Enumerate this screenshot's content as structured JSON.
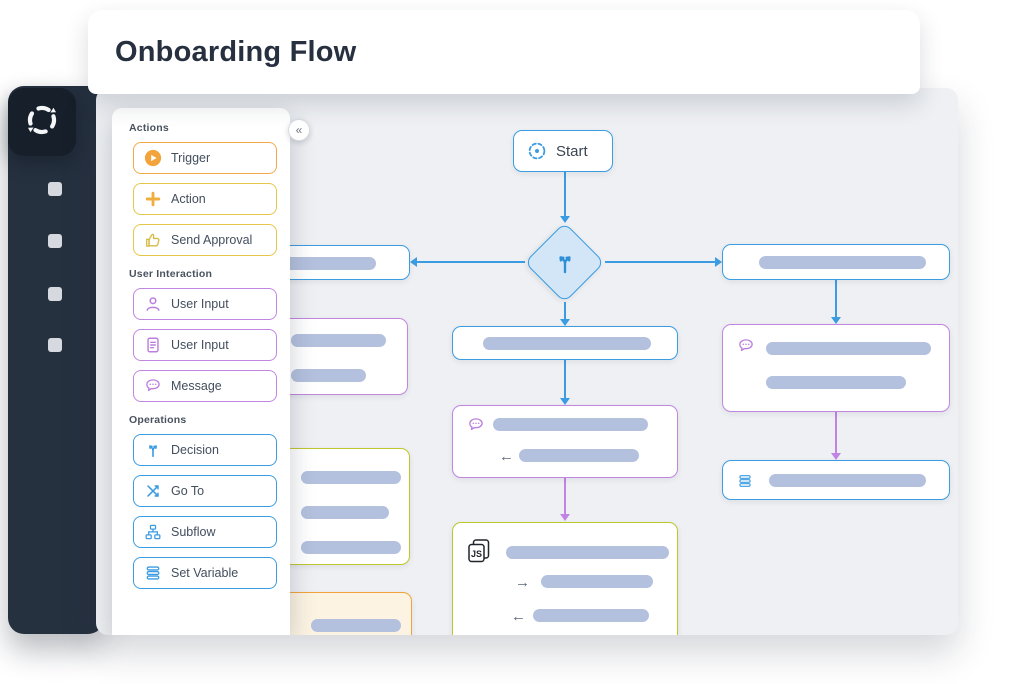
{
  "window": {
    "title": "Onboarding Flow"
  },
  "rail": {
    "logo_icon": "sync-arrows-icon",
    "items": [
      {
        "icon": "menu-square-icon"
      },
      {
        "icon": "menu-square-icon"
      },
      {
        "icon": "menu-square-icon"
      },
      {
        "icon": "menu-square-icon"
      }
    ]
  },
  "palette": {
    "collapse_glyph": "«",
    "sections": [
      {
        "label": "Actions",
        "items": [
          {
            "label": "Trigger",
            "icon": "play-circle-icon",
            "accent": "#F2A94A"
          },
          {
            "label": "Action",
            "icon": "plus-icon",
            "accent": "#E4C74A"
          },
          {
            "label": "Send Approval",
            "icon": "thumbs-up-icon",
            "accent": "#E4C74A"
          }
        ]
      },
      {
        "label": "User Interaction",
        "items": [
          {
            "label": "User Input",
            "icon": "user-icon",
            "accent": "#C186E0"
          },
          {
            "label": "User Input",
            "icon": "form-icon",
            "accent": "#C186E0"
          },
          {
            "label": "Message",
            "icon": "chat-bubble-icon",
            "accent": "#C186E0"
          }
        ]
      },
      {
        "label": "Operations",
        "items": [
          {
            "label": "Decision",
            "icon": "branch-icon",
            "accent": "#3B9CE2"
          },
          {
            "label": "Go To",
            "icon": "crossing-arrows-icon",
            "accent": "#3B9CE2"
          },
          {
            "label": "Subflow",
            "icon": "subflow-icon",
            "accent": "#3B9CE2"
          },
          {
            "label": "Set Variable",
            "icon": "stacked-pills-icon",
            "accent": "#3B9CE2"
          }
        ]
      }
    ]
  },
  "canvas": {
    "start_label": "Start",
    "js_badge": "JS",
    "glyphs": {
      "arrow_left": "←",
      "arrow_right": "→"
    },
    "nodes": [
      {
        "id": "start",
        "type": "start",
        "label": "Start",
        "accent": "blue"
      },
      {
        "id": "decision-1",
        "type": "decision",
        "icon": "branch-icon",
        "accent": "blue"
      },
      {
        "id": "branch-left",
        "type": "step",
        "placeholder_bars": 1,
        "accent": "blue"
      },
      {
        "id": "branch-right",
        "type": "step",
        "placeholder_bars": 1,
        "accent": "blue"
      },
      {
        "id": "branch-center",
        "type": "step",
        "placeholder_bars": 1,
        "accent": "blue"
      },
      {
        "id": "left-user-input",
        "type": "user-interaction",
        "placeholder_bars": 2,
        "accent": "purple"
      },
      {
        "id": "center-message",
        "type": "message",
        "icon": "chat-bubble-icon",
        "placeholder_bars": 2,
        "accent": "purple"
      },
      {
        "id": "js-code",
        "type": "code",
        "icon": "js-file-icon",
        "badge": "JS",
        "placeholder_bars": 3,
        "accent": "olive"
      },
      {
        "id": "left-operation-group",
        "type": "step",
        "placeholder_bars": 3,
        "accent": "olive"
      },
      {
        "id": "left-approval",
        "type": "action",
        "placeholder_bars": 1,
        "accent": "orange",
        "filled": true
      },
      {
        "id": "right-message",
        "type": "message",
        "icon": "chat-bubble-icon",
        "placeholder_bars": 2,
        "accent": "purple"
      },
      {
        "id": "right-set-variable",
        "type": "set-variable",
        "icon": "stacked-pills-icon",
        "placeholder_bars": 1,
        "accent": "blue"
      }
    ]
  },
  "colors": {
    "blue": "#3B9CE2",
    "purple": "#C186E0",
    "olive": "#BFC72E",
    "orange": "#F2A33C",
    "bar": "#B4C1DE",
    "canvas_bg": "#EEF0F3",
    "rail_bg": "#263140",
    "diamond_fill": "#D3E6F8"
  }
}
